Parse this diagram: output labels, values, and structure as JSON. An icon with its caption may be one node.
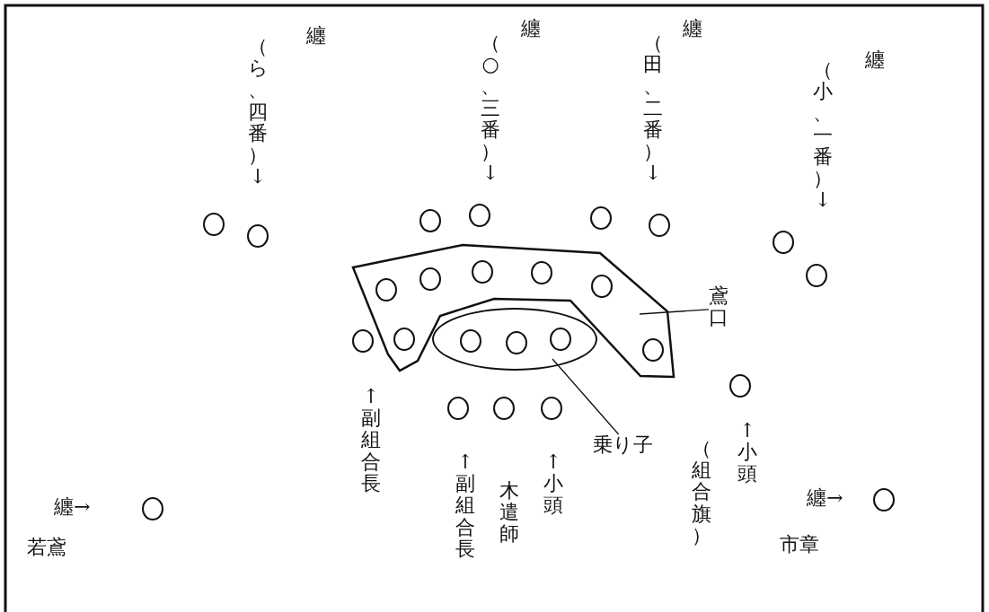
{
  "diagram": {
    "nodes": [
      {
        "text": [],
        "shape": "polygon"
      },
      {
        "text": [],
        "shape": "ellipse"
      },
      {
        "text": [
          "鳶口"
        ]
      },
      {
        "text": [
          "乗り子"
        ]
      },
      {
        "text": [],
        "shape": "circle"
      },
      {
        "text": [],
        "shape": "circle"
      },
      {
        "text": [],
        "shape": "circle"
      },
      {
        "text": [],
        "shape": "circle"
      },
      {
        "text": [],
        "shape": "circle"
      },
      {
        "text": [],
        "shape": "circle"
      },
      {
        "text": [],
        "shape": "circle"
      },
      {
        "text": [],
        "shape": "circle"
      },
      {
        "text": [],
        "shape": "circle",
        "in": 0
      },
      {
        "text": [],
        "shape": "circle",
        "in": 0
      },
      {
        "text": [],
        "shape": "circle",
        "in": 0
      },
      {
        "text": [],
        "shape": "circle",
        "in": 0
      },
      {
        "text": [],
        "shape": "circle",
        "in": 0
      },
      {
        "text": [],
        "shape": "circle",
        "in": 0
      },
      {
        "text": [],
        "shape": "circle",
        "in": 0
      },
      {
        "text": [],
        "shape": "circle"
      },
      {
        "text": [],
        "shape": "circle",
        "in": 1
      },
      {
        "text": [],
        "shape": "circle",
        "in": 1
      },
      {
        "text": [],
        "shape": "circle",
        "in": 1
      },
      {
        "text": [],
        "shape": "circle"
      },
      {
        "text": [],
        "shape": "circle"
      },
      {
        "text": [],
        "shape": "circle"
      },
      {
        "text": [],
        "shape": "circle"
      },
      {
        "text": [],
        "shape": "circle"
      },
      {
        "text": [],
        "shape": "circle"
      }
    ],
    "edges": [
      {
        "from": 2,
        "to": 0,
        "arrow": "none"
      },
      {
        "from": 3,
        "to": 1,
        "arrow": "none"
      }
    ],
    "labels": [
      "纏",
      "（ら、四番）↓",
      "纏",
      "（○、三番）↓",
      "纏",
      "（田、二番）↓",
      "纏",
      "（小、一番）↓",
      "↑副組合長",
      "↑副組合長",
      "木遣師",
      "↑小頭",
      "（組合旗）",
      "↑小頭",
      "纏→",
      "若鳶",
      "纏→",
      "市章"
    ]
  }
}
